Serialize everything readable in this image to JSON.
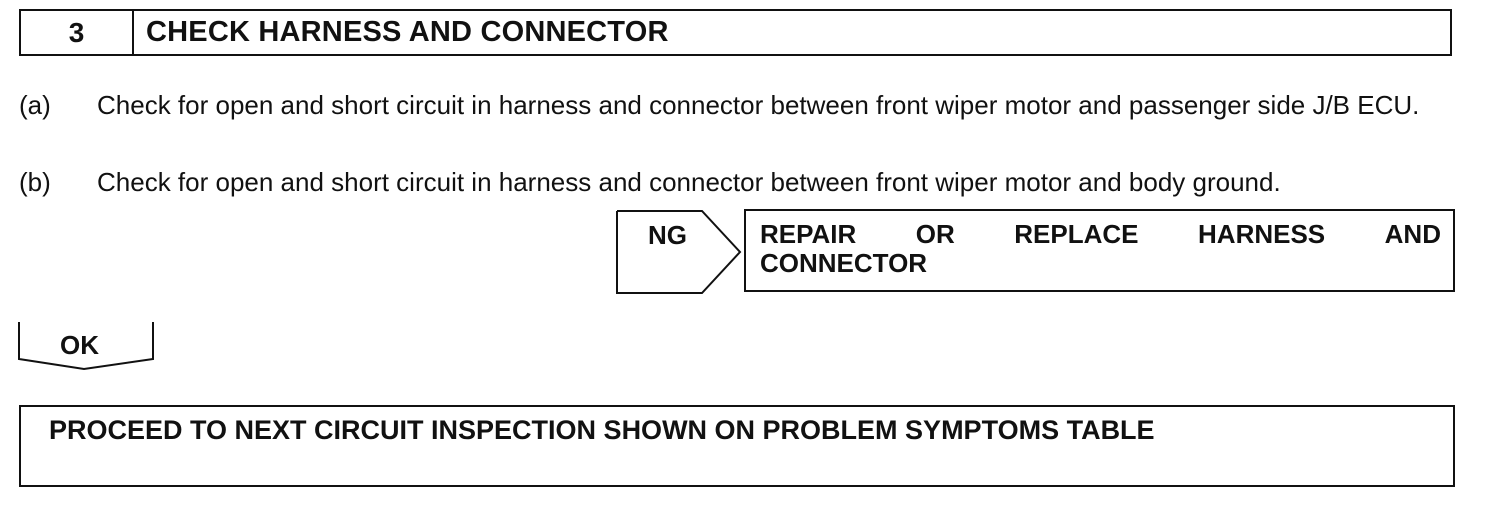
{
  "step": {
    "number": "3",
    "title": "CHECK HARNESS AND CONNECTOR"
  },
  "items": [
    {
      "label": "(a)",
      "text": "Check for open and short circuit in harness and connector between front wiper motor and passenger side J/B ECU."
    },
    {
      "label": "(b)",
      "text": "Check for open and short circuit in harness and connector between front wiper motor and body ground."
    }
  ],
  "ng": {
    "label": "NG",
    "action_words": [
      "REPAIR",
      "OR",
      "REPLACE",
      "HARNESS",
      "AND"
    ],
    "action_line2": "CONNECTOR"
  },
  "ok": {
    "label": "OK"
  },
  "proceed": {
    "text": "PROCEED TO NEXT CIRCUIT INSPECTION SHOWN ON PROBLEM SYMPTOMS TABLE"
  }
}
